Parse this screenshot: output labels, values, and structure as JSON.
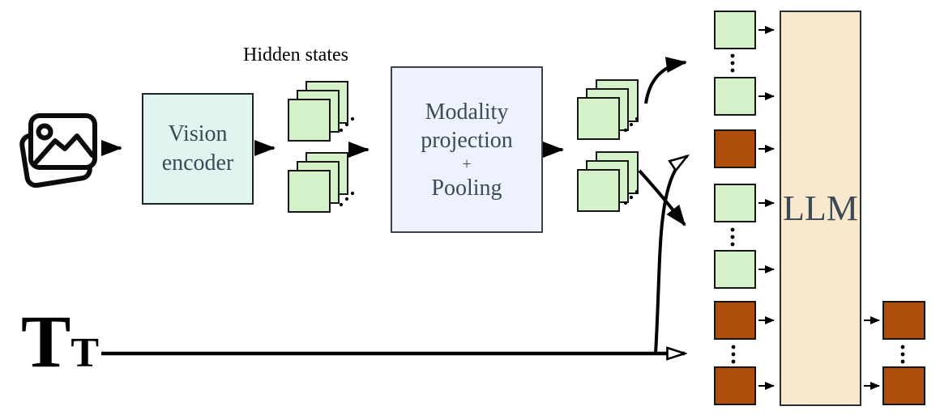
{
  "figure": {
    "hidden_states_label": "Hidden states",
    "vision_encoder": {
      "label": "Vision encoder",
      "fill": "#e0f4f0"
    },
    "modality_projection": {
      "label_top": "Modality projection",
      "label_plus": "+",
      "label_bottom": "Pooling",
      "fill": "#edf2fc"
    },
    "llm": {
      "label": "LLM",
      "fill": "#f8e9ce"
    },
    "text_input": {
      "symbol": "T",
      "subscript": "T"
    },
    "colors": {
      "vision_token": "#d5f1ca",
      "text_token": "#ad4e0d",
      "box_text": "#3d4956",
      "arrow": "#000000"
    },
    "hidden_state_stacks": 2,
    "pooled_stacks": 2,
    "llm_input_sequence": [
      "vision",
      "ellipsis",
      "vision",
      "text",
      "vision",
      "ellipsis",
      "vision",
      "text",
      "ellipsis",
      "text"
    ],
    "llm_output_sequence": [
      "text",
      "ellipsis",
      "text"
    ]
  }
}
